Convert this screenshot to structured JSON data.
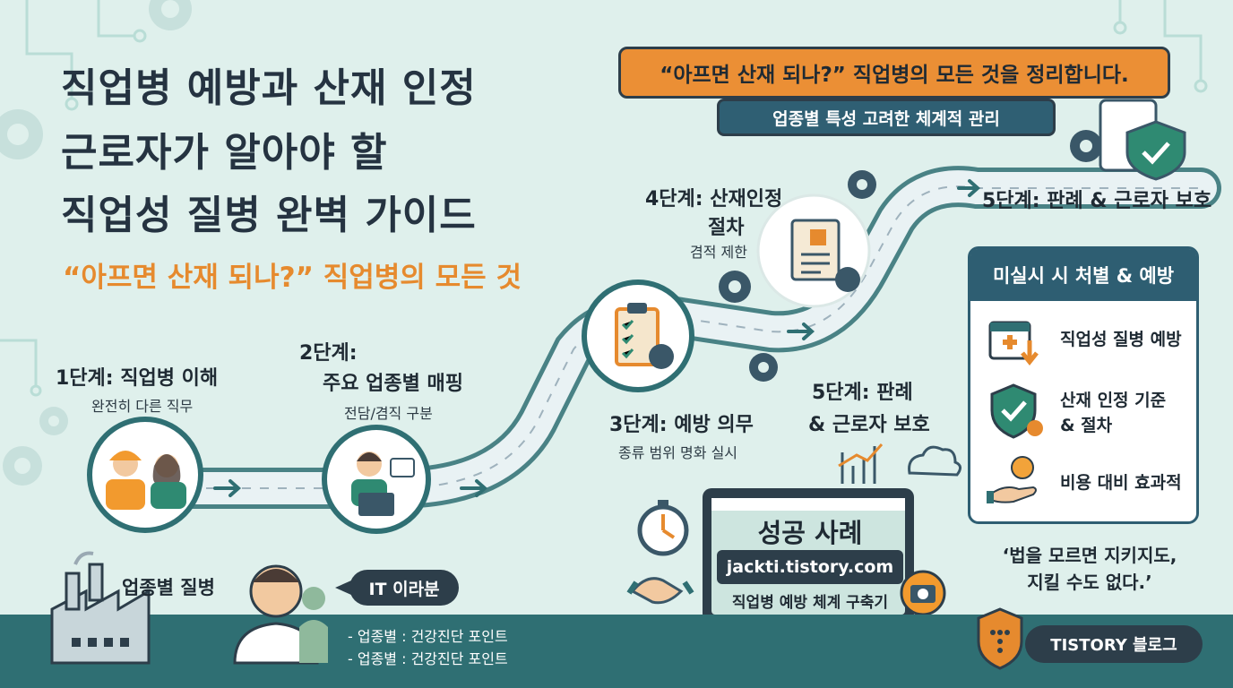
{
  "title": {
    "line1": "직업병 예방과 산재 인정",
    "line2": "근로자가 알아야 할",
    "line3": "직업성 질병 완벽 가이드"
  },
  "subtitle": "“아프면 산재 되나?” 직업병의 모든 것",
  "banner": {
    "main": "“아프면 산재 되나?” 직업병의 모든 것을 정리합니다.",
    "sub": "업종별 특성 고려한 체계적 관리"
  },
  "steps": [
    {
      "title": "1단계: 직업병 이해",
      "desc": "완전히 다른 직무"
    },
    {
      "title_a": "2단계:",
      "title_b": "주요 업종별 매핑",
      "desc": "전담/겸직 구분"
    },
    {
      "title": "3단계: 예방 의무",
      "desc": "종류 범위 명화 실시"
    },
    {
      "title_a": "4단계: 산재인정",
      "title_b": "절차",
      "desc": "겸적 제한"
    },
    {
      "title": "5단계: 판례 & 근로자 보호"
    },
    {
      "title_a": "5단계: 판례",
      "title_b": "& 근로자 보호"
    }
  ],
  "panel": {
    "header": "미실시 시 처별 & 예방",
    "items": [
      {
        "label": "직업성 질병 예방"
      },
      {
        "label_a": "산재 인정 기준",
        "label_b": "& 절차"
      },
      {
        "label": "비용 대비 효과적"
      }
    ]
  },
  "quote": {
    "line1": "‘법을 모르면 지키지도,",
    "line2": "지킬 수도 없다.’"
  },
  "success": {
    "title": "성공 사례",
    "url": "jackti.tistory.com",
    "caption": "직업병 예방 체계 구축기"
  },
  "industry_label": "업종별 질병",
  "it_label": "IT 이라분",
  "bullets": [
    "- 업종별 : 건강진단 포인트",
    "- 업종별 : 건강진단 포인트"
  ],
  "tistory": "TISTORY 블로그",
  "icons": [
    "worker-icon",
    "developer-icon",
    "clipboard-icon",
    "document-icon",
    "shield-check-icon",
    "calendar-plus-icon",
    "coin-hand-icon",
    "stopwatch-icon",
    "handshake-icon",
    "camera-icon",
    "gear-icon",
    "factory-icon",
    "doctor-icon",
    "laptop-icon",
    "chart-icon",
    "cloud-icon"
  ],
  "colors": {
    "background": "#dff0ec",
    "accent_orange": "#eb8f35",
    "navy": "#2d3e4a",
    "teal": "#2f6f73",
    "panel_blue": "#2e5e72"
  }
}
